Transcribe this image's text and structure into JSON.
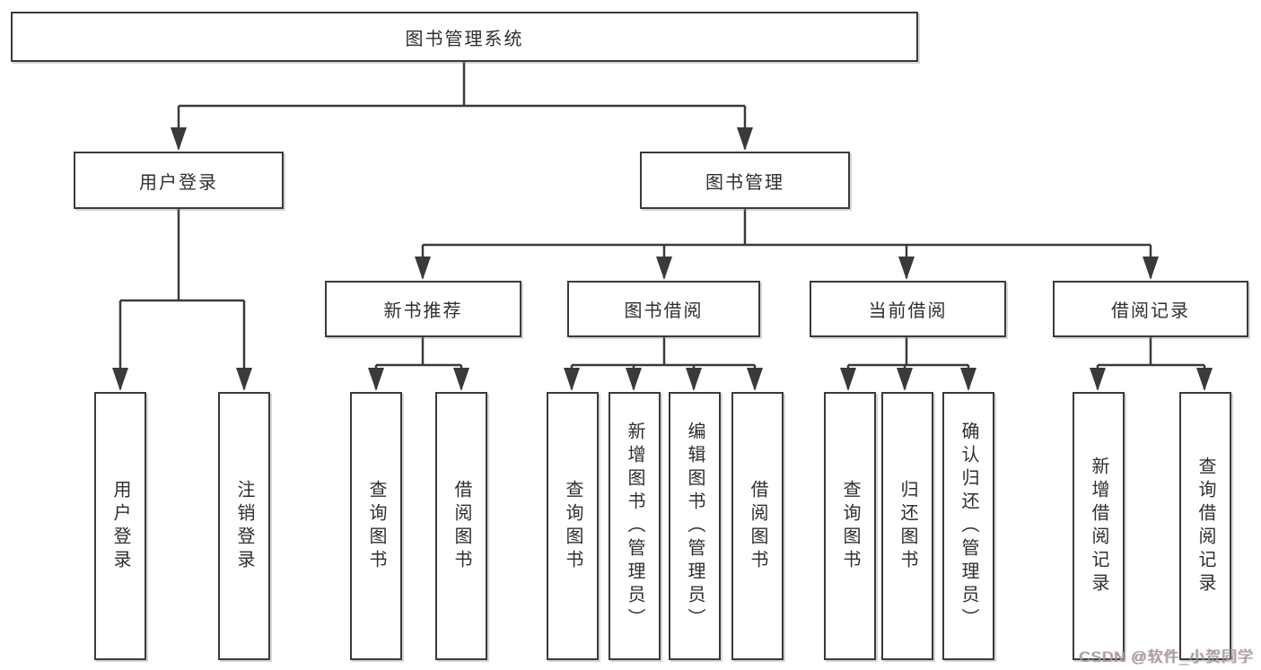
{
  "diagram": {
    "root": {
      "label": "图书管理系统"
    },
    "level2": {
      "user_login": {
        "label": "用户登录"
      },
      "book_management": {
        "label": "图书管理"
      }
    },
    "level3": {
      "new_book_recommend": {
        "label": "新书推荐"
      },
      "book_borrow": {
        "label": "图书借阅"
      },
      "current_borrow": {
        "label": "当前借阅"
      },
      "borrow_records": {
        "label": "借阅记录"
      }
    },
    "leaves": {
      "user_login": {
        "label": "用户登录"
      },
      "logout": {
        "label": "注销登录"
      },
      "query_books_recommend": {
        "label": "查询图书"
      },
      "borrow_books_recommend": {
        "label": "借阅图书"
      },
      "query_books_borrow": {
        "label": "查询图书"
      },
      "add_books_admin": {
        "label": "新增图书（管理员）"
      },
      "edit_books_admin": {
        "label": "编辑图书（管理员）"
      },
      "borrow_books": {
        "label": "借阅图书"
      },
      "query_books_current": {
        "label": "查询图书"
      },
      "return_books": {
        "label": "归还图书"
      },
      "confirm_return_admin": {
        "label": "确认归还（管理员）"
      },
      "add_borrow_record": {
        "label": "新增借阅记录"
      },
      "query_borrow_record": {
        "label": "查询借阅记录"
      }
    }
  },
  "watermark": {
    "text": "CSDN @软件_小贺同学"
  },
  "colors": {
    "line": "#3a3a3a",
    "text": "#2f2f2f",
    "box_background": "#ffffff",
    "watermark": "#9d9d9d"
  }
}
